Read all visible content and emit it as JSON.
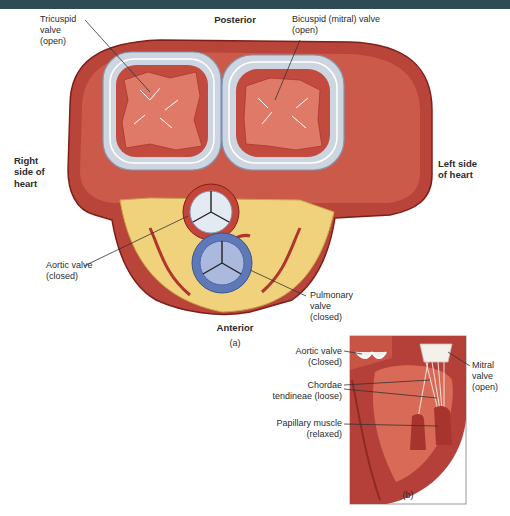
{
  "diagram": {
    "labels": [
      "Posterior",
      "Tricuspid valve (open)",
      "Bicuspid (mitral) valve (open)",
      "Right side of heart",
      "Left side of heart",
      "Aortic valve (closed)",
      "Pulmonary valve (closed)",
      "Anterior",
      "(a)",
      "Aortic valve (Closed)",
      "Mitral valve (open)",
      "Chordae tendineae (loose)",
      "Papillary muscle (relaxed)",
      "(b)"
    ]
  }
}
